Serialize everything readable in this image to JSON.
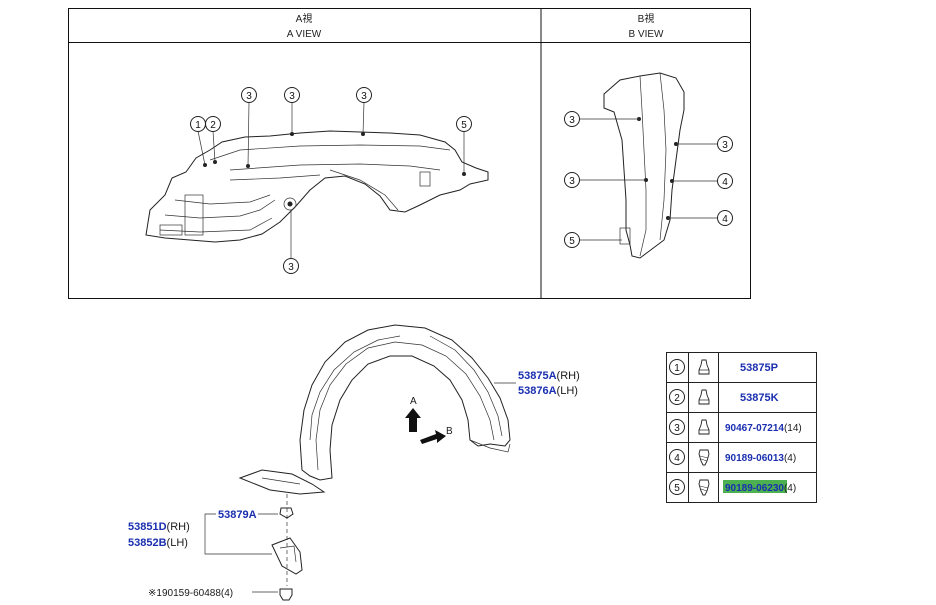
{
  "views": {
    "a": {
      "title": "A視",
      "subtitle": "A VIEW"
    },
    "b": {
      "title": "B視",
      "subtitle": "B VIEW"
    }
  },
  "callout_numbers": {
    "n1": "1",
    "n2": "2",
    "n3": "3",
    "n4": "4",
    "n5": "5"
  },
  "parts": {
    "liner_rh": {
      "number": "53875A",
      "side": "(RH)"
    },
    "liner_lh": {
      "number": "53876A",
      "side": "(LH)"
    },
    "retainer": {
      "number": "53879A"
    },
    "seal_rh": {
      "number": "53851D",
      "side": "(RH)"
    },
    "seal_lh": {
      "number": "53852B",
      "side": "(LH)"
    },
    "screw": {
      "prefix": "※1",
      "number": "90159-60488",
      "qty": "(4)"
    }
  },
  "direction_labels": {
    "a": "A",
    "b": "B"
  },
  "fastener_table": [
    {
      "index": "1",
      "icon": "clip-icon",
      "part": "53875P",
      "qty": ""
    },
    {
      "index": "2",
      "icon": "clip-icon",
      "part": "53875K",
      "qty": ""
    },
    {
      "index": "3",
      "icon": "clip-icon",
      "part": "90467-07214",
      "qty": "(14)"
    },
    {
      "index": "4",
      "icon": "screw-icon",
      "part": "90189-06013",
      "qty": "(4)"
    },
    {
      "index": "5",
      "icon": "screw-icon",
      "part": "90189-06230",
      "qty": "(4)",
      "highlighted": true
    }
  ],
  "colors": {
    "link": "#1a2fb0",
    "highlight": "#4caf50"
  }
}
